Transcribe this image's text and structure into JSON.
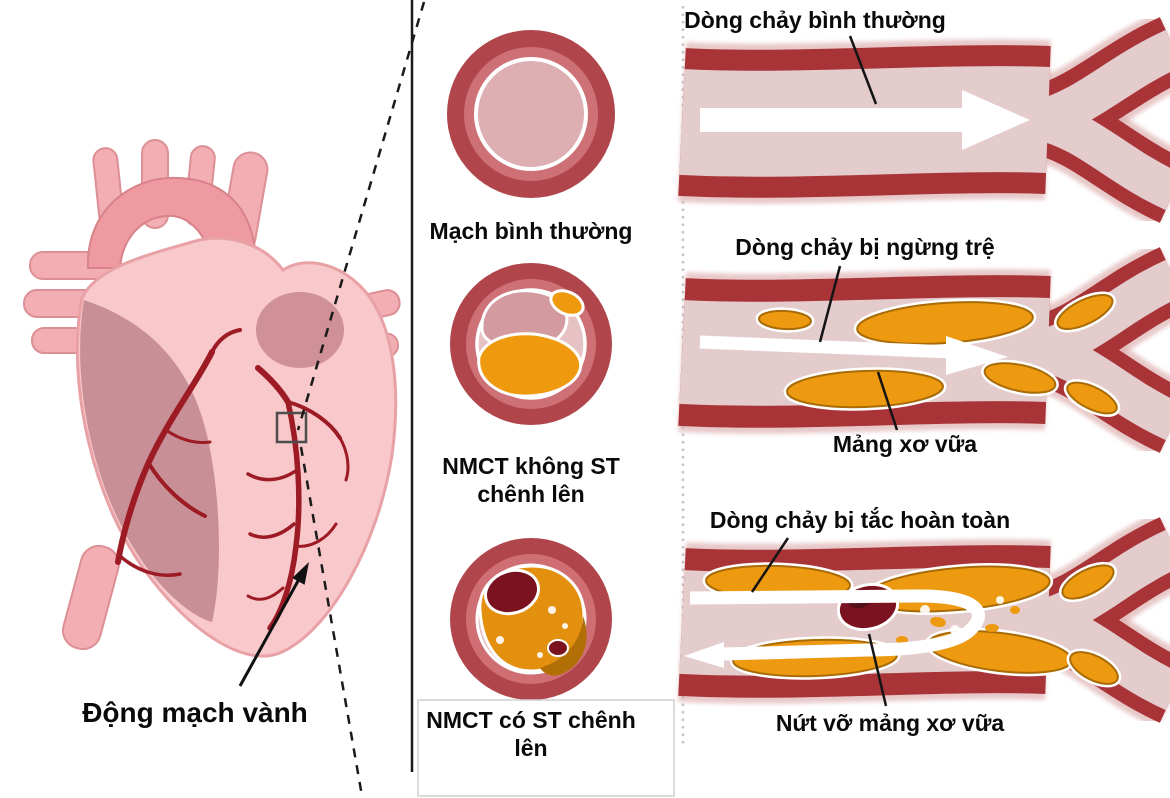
{
  "figure": {
    "left_panel": {
      "coronary_artery_label": "Động mạch vành"
    },
    "cross_sections": {
      "normal": "Mạch bình thường",
      "nstemi": "NMCT không ST chênh lên",
      "stemi": "NMCT có ST chênh lên"
    },
    "flow_panel": {
      "normal_flow": "Dòng chảy bình thường",
      "stagnant_flow": "Dòng chảy bị ngừng trệ",
      "plaque": "Mảng xơ vữa",
      "blocked_flow": "Dòng chảy bị tắc hoàn toàn",
      "ruptured_plaque": "Nứt vỡ mảng xơ vữa"
    },
    "colors": {
      "vessel_wall": "#a83438",
      "vessel_lumen": "#e4cccd",
      "ring_outer": "#b0454b",
      "ring_mid": "#ce7176",
      "ring_lumen": "#ddaeb2",
      "plaque_orange": "#ee9a10",
      "plaque_outline": "#a86b05",
      "clot_dark_red": "#7a1220",
      "heart_pink": "#f8c8ca",
      "heart_shadow": "#c98f97",
      "great_vessels_pink": "#f2aeb3",
      "artery_red": "#9c1b24",
      "flow_arrow": "#ffffff"
    }
  }
}
